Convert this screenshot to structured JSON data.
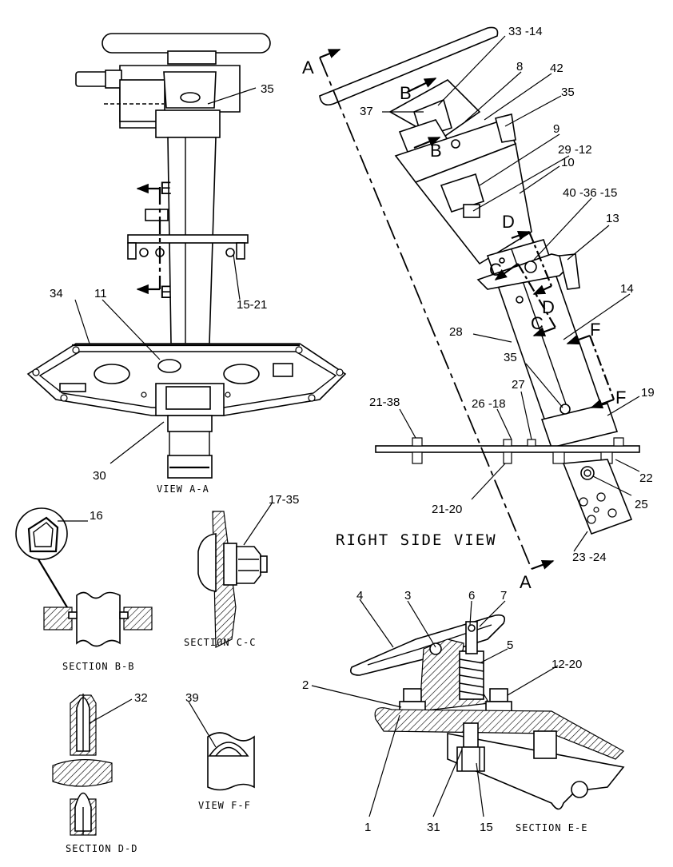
{
  "views": {
    "view_aa": "VIEW A-A",
    "right_side": "RIGHT SIDE VIEW",
    "section_bb": "SECTION B-B",
    "section_cc": "SECTION C-C",
    "section_dd": "SECTION D-D",
    "view_ff": "VIEW F-F",
    "section_ee": "SECTION E-E"
  },
  "section_letters": {
    "a": "A",
    "b": "B",
    "c": "C",
    "d": "D",
    "e": "E",
    "f": "F"
  },
  "callouts": {
    "c33_14": "33 -14",
    "c8": "8",
    "c42": "42",
    "c35_top": "35",
    "c37": "37",
    "c35_right": "35",
    "c9": "9",
    "c29_12": "29 -12",
    "c10": "10",
    "c40_36_15": "40 -36 -15",
    "c13": "13",
    "c14": "14",
    "c28": "28",
    "c35_low": "35",
    "c19": "19",
    "c27": "27",
    "c26_18": "26 -18",
    "c21_38": "21-38",
    "c22": "22",
    "c25": "25",
    "c21_20": "21-20",
    "c23_24": "23 -24",
    "c34": "34",
    "c11": "11",
    "c15_21": "15-21",
    "c30": "30",
    "c16": "16",
    "c17_35": "17-35",
    "c4": "4",
    "c3": "3",
    "c6": "6",
    "c7": "7",
    "c5": "5",
    "c2": "2",
    "c12_20": "12-20",
    "c1": "1",
    "c31": "31",
    "c15": "15",
    "c32": "32",
    "c39": "39"
  }
}
